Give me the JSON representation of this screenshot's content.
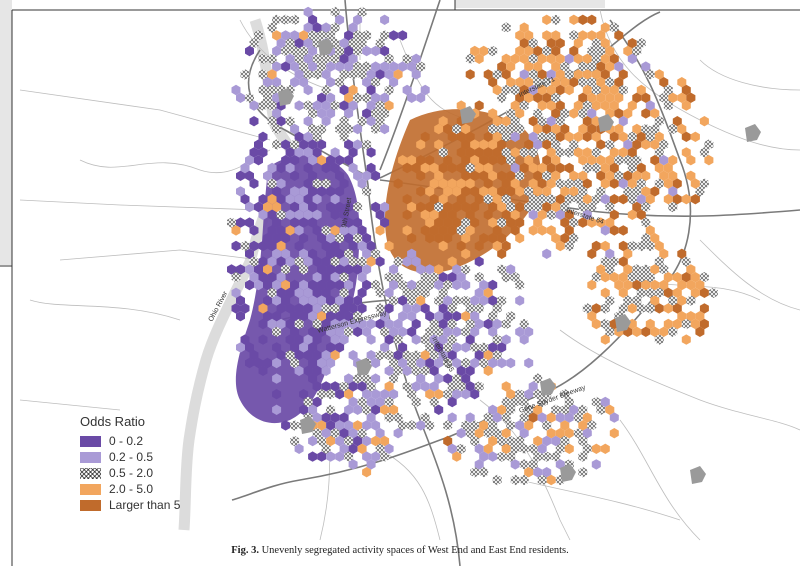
{
  "legend": {
    "title": "Odds Ratio",
    "items": [
      {
        "label": "0 - 0.2",
        "color": "#6a4aa6",
        "pattern": "solid"
      },
      {
        "label": "0.2 - 0.5",
        "color": "#a99ad6",
        "pattern": "solid"
      },
      {
        "label": "0.5 - 2.0",
        "color": "#ffffff",
        "pattern": "crosshatch"
      },
      {
        "label": "2.0 - 5.0",
        "color": "#f2a65e",
        "pattern": "solid"
      },
      {
        "label": "Larger than 5",
        "color": "#c06b2c",
        "pattern": "solid"
      }
    ]
  },
  "map_labels": {
    "river": "Ohio River",
    "street_9th": "9th Street",
    "interstate_71": "Interstate 71",
    "interstate_64": "Interstate 64",
    "interstate_65": "Interstate 65",
    "watterson": "Watterson Expressway",
    "gene_snyder": "Gene Snyder Freeway"
  },
  "caption": {
    "label": "Fig. 3.",
    "text": "Unevenly segregated activity spaces of West End and East End residents."
  }
}
